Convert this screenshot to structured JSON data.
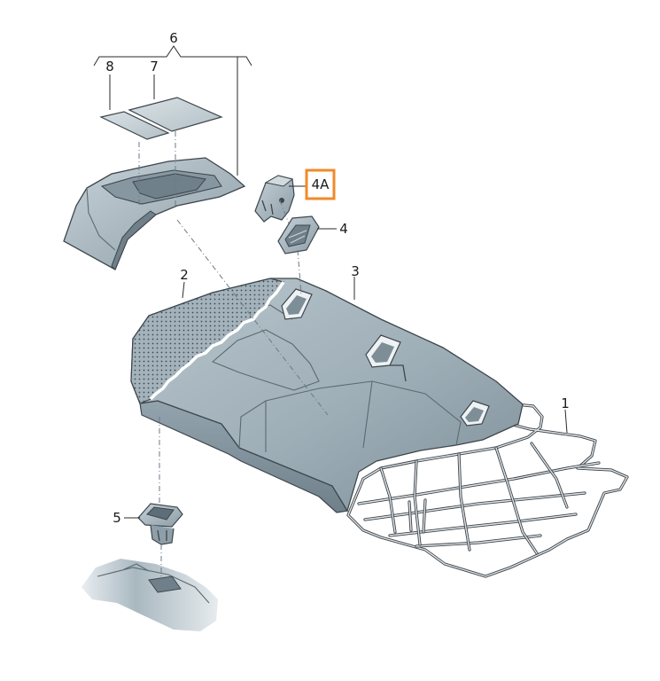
{
  "diagram": {
    "callouts": [
      {
        "id": "frame",
        "text": "1"
      },
      {
        "id": "cover",
        "text": "2"
      },
      {
        "id": "cushion",
        "text": "3"
      },
      {
        "id": "trim",
        "text": "4"
      },
      {
        "id": "trim_a",
        "text": "4A"
      },
      {
        "id": "clip",
        "text": "5"
      },
      {
        "id": "armrest_set",
        "text": "6"
      },
      {
        "id": "pad_upper",
        "text": "7"
      },
      {
        "id": "pad_lower",
        "text": "8"
      }
    ],
    "highlight_color": "#f08a2a",
    "part_color": "#9aaab4",
    "line_color": "#2a2a2a"
  }
}
